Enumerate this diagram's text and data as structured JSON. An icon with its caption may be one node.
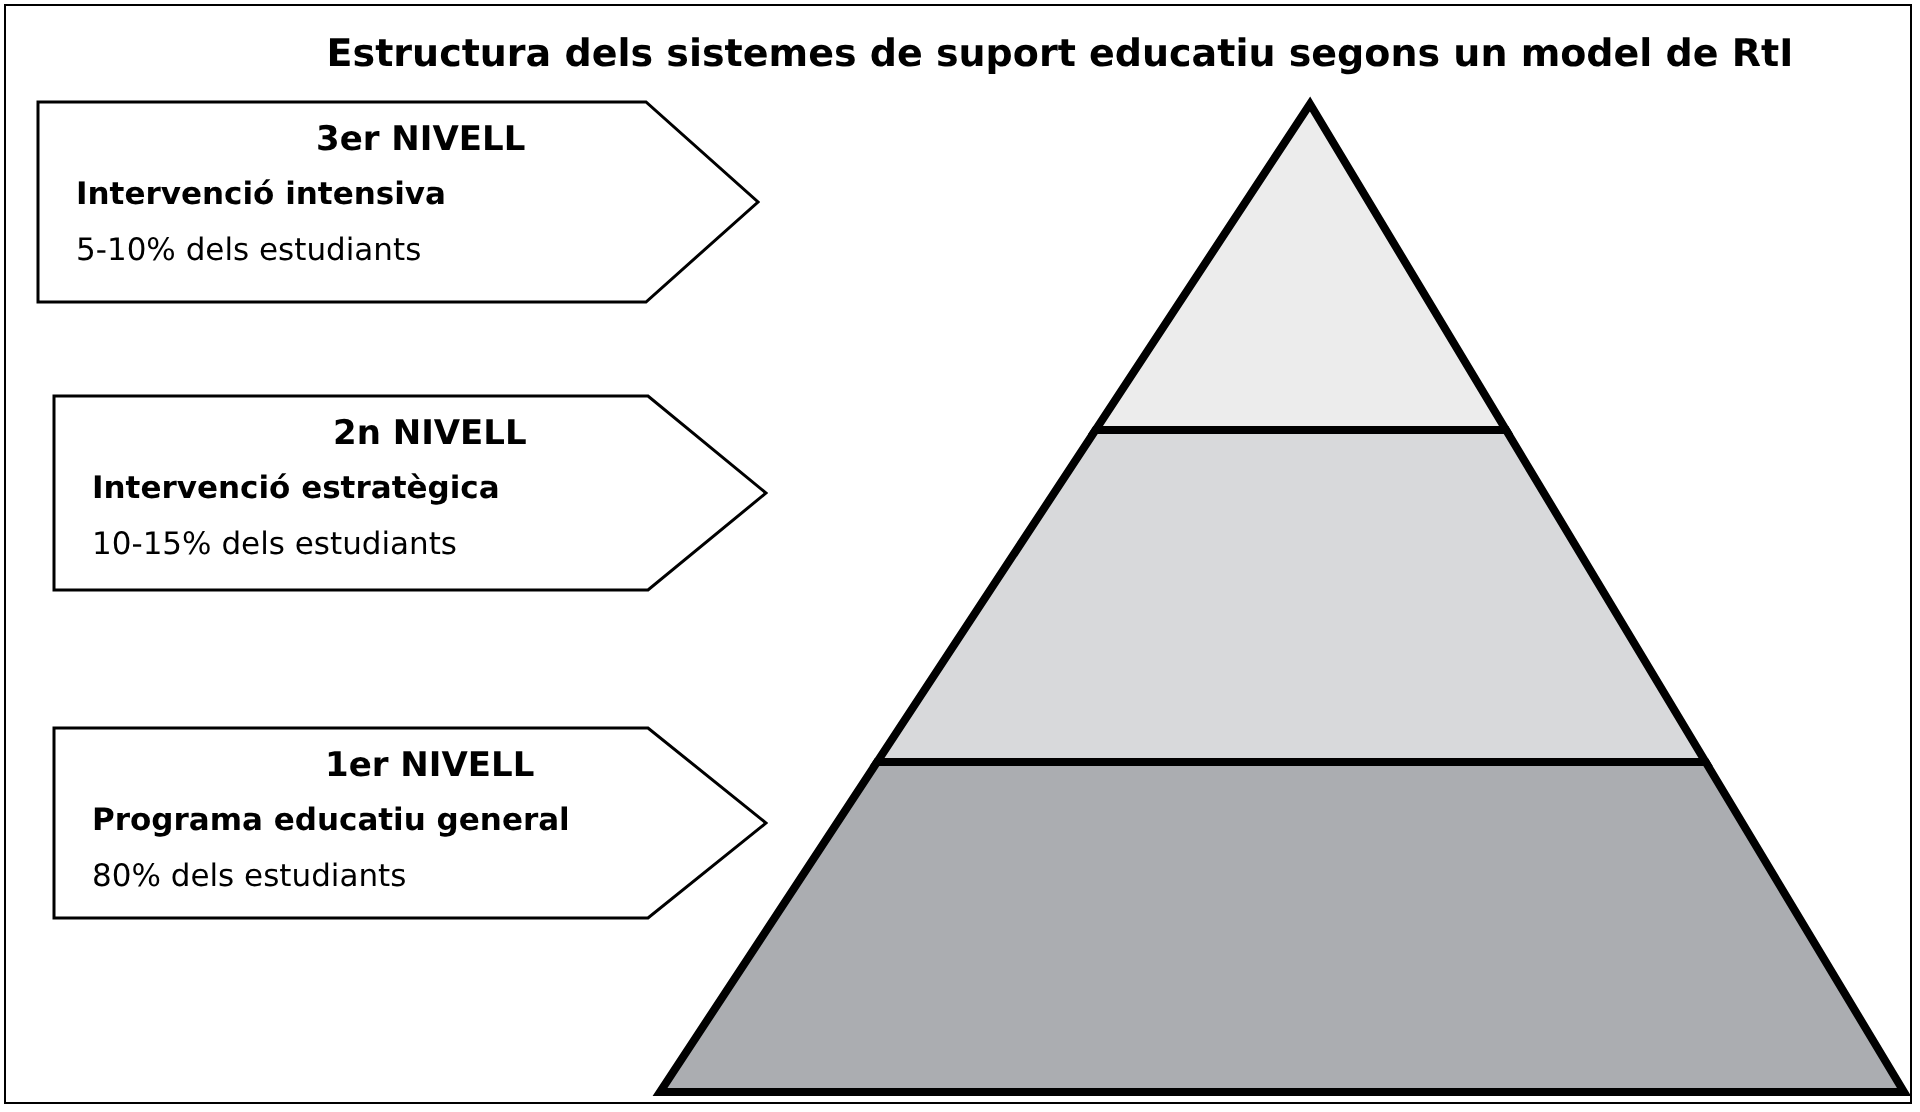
{
  "diagram": {
    "title": "Estructura dels sistemes de suport educatiu segons un model de RtI",
    "nodes": [
      {
        "text": [
          "3er NIVELL",
          "Intervenció intensiva",
          "5-10% dels estudiants"
        ]
      },
      {
        "text": [
          "2n  NIVELL",
          "Intervenció estratègica",
          "10-15% dels estudiants"
        ]
      },
      {
        "text": [
          "1er NIVELL",
          "Programa educatiu general",
          "80% dels estudiants"
        ]
      }
    ]
  }
}
